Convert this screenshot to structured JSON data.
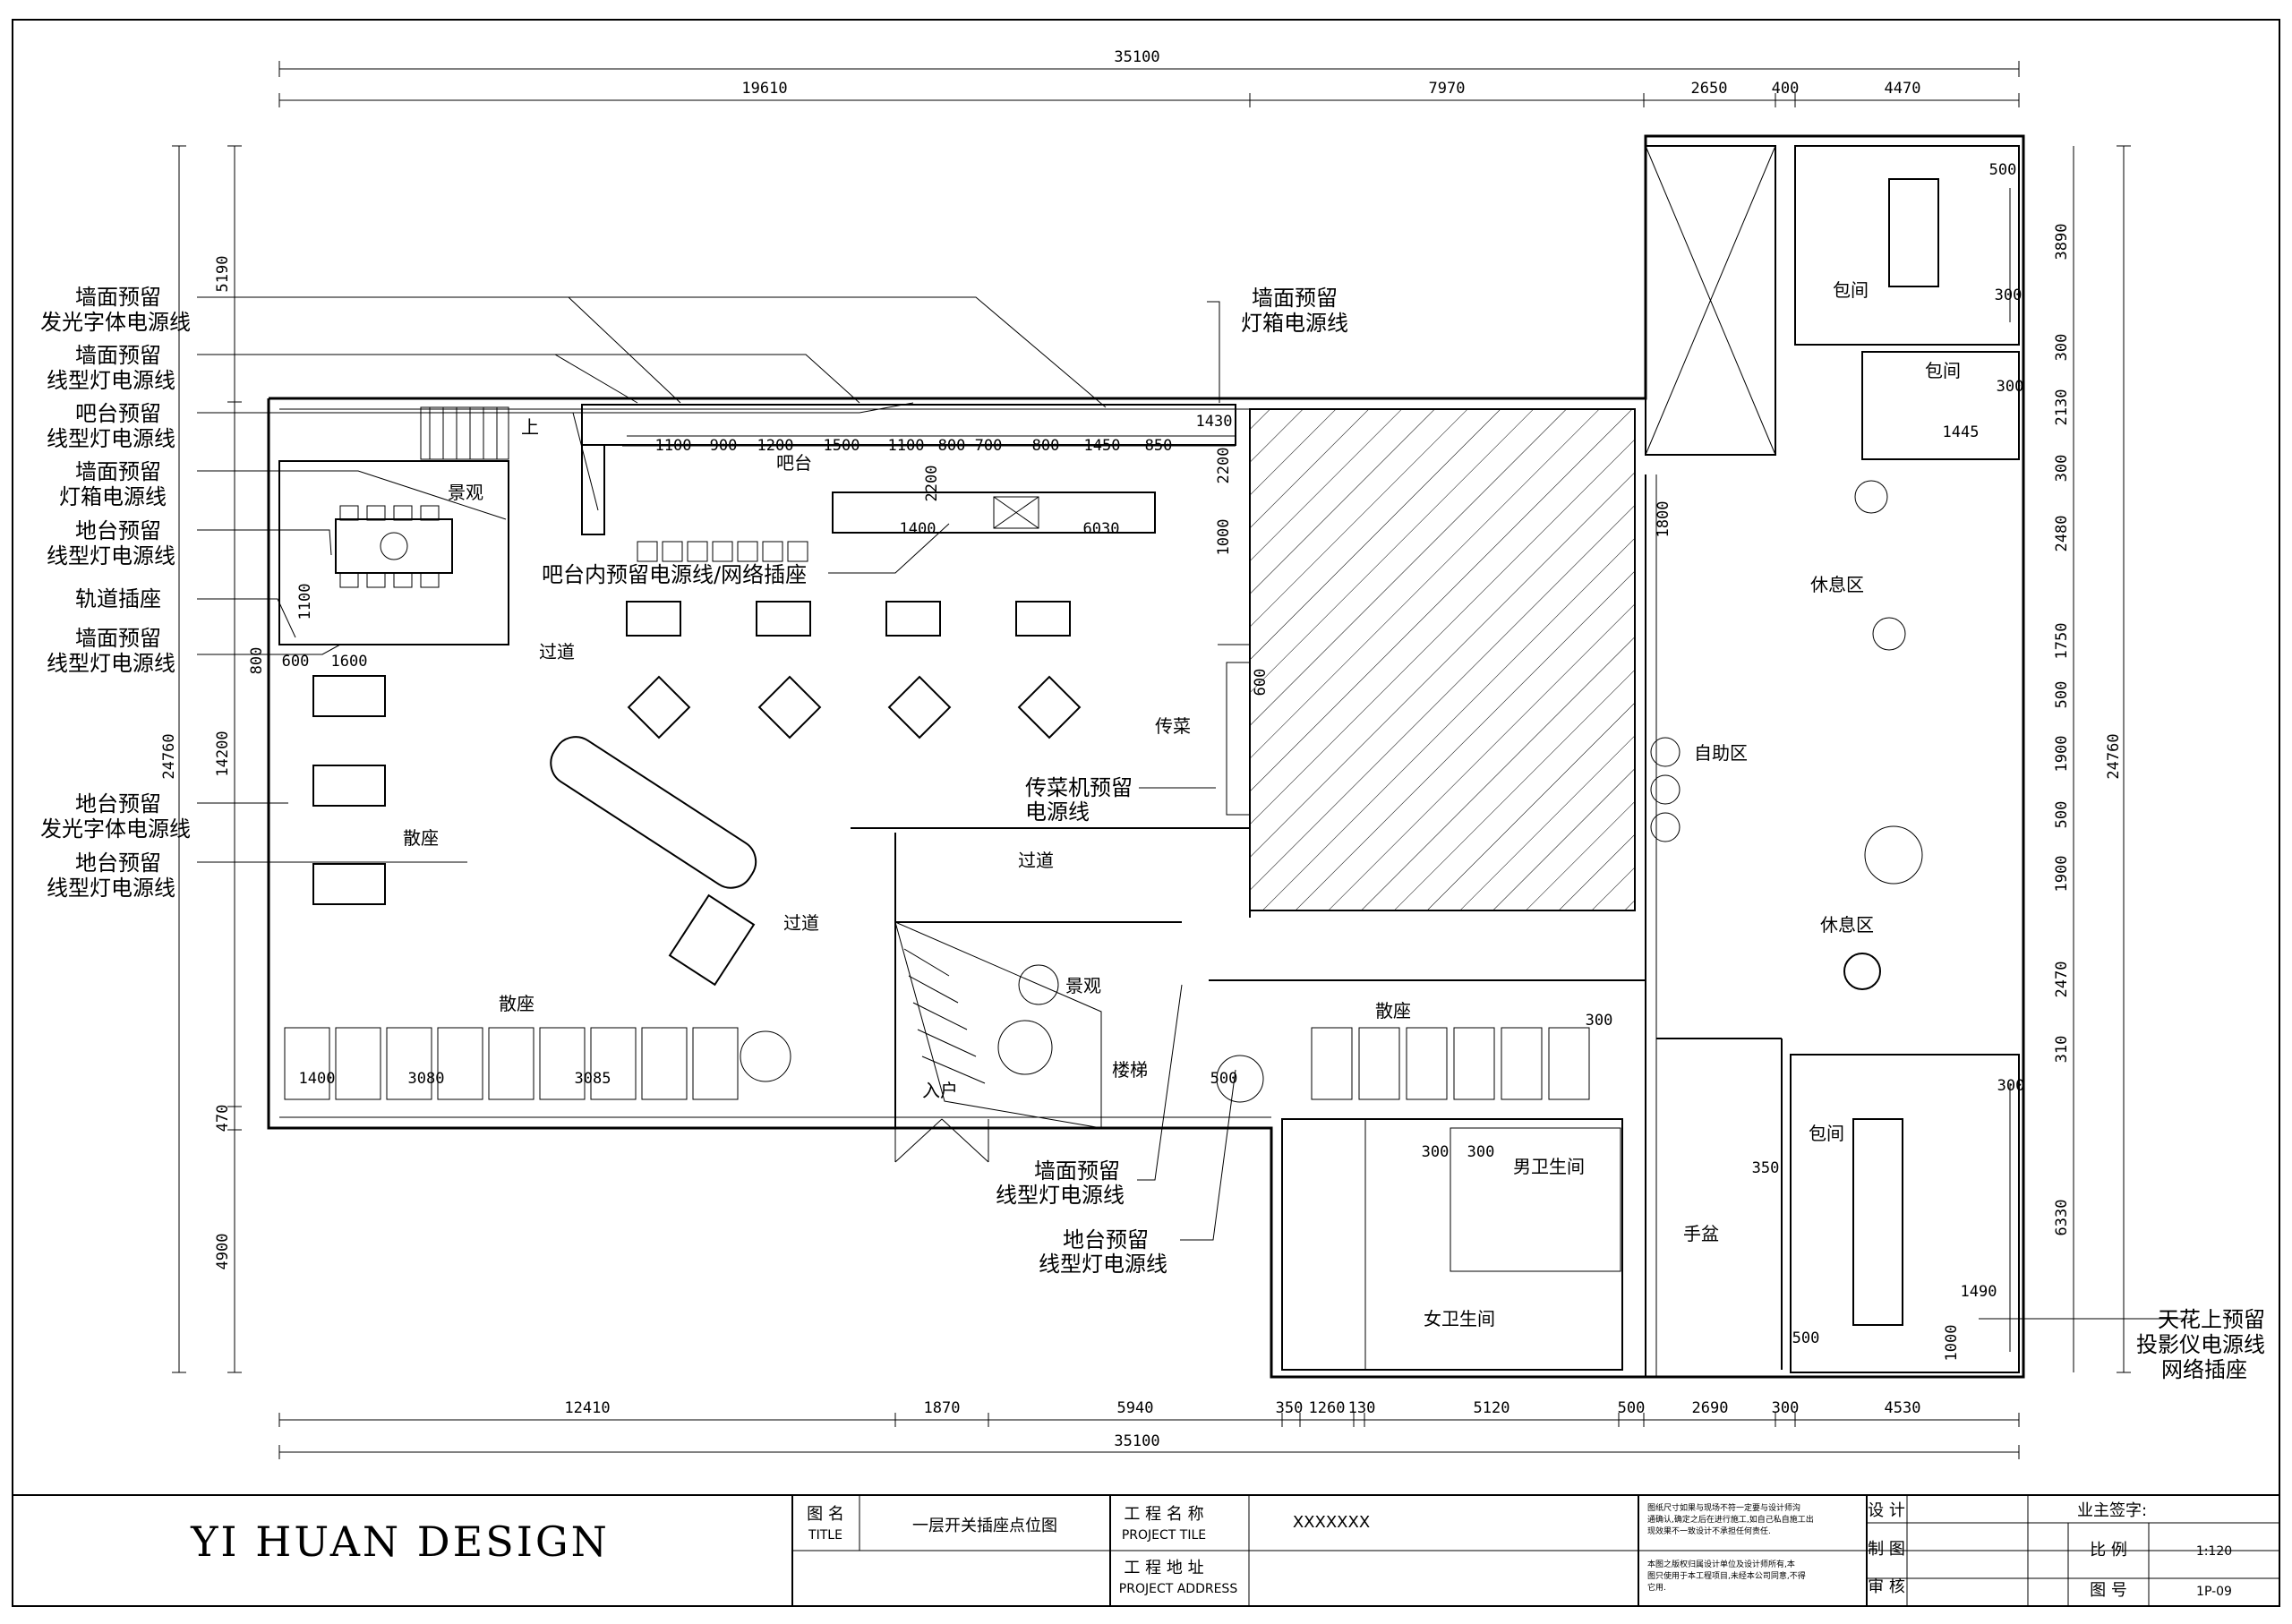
{
  "plan": {
    "dims_top_total": "35100",
    "dims_top": [
      "19610",
      "7970",
      "2650",
      "400",
      "4470"
    ],
    "dims_bottom_total": "35100",
    "dims_bottom": [
      "12410",
      "1870",
      "5940",
      "350",
      "1260",
      "130",
      "5120",
      "500",
      "2690",
      "300",
      "4530"
    ],
    "dims_left_total": "24760",
    "dims_left": [
      "5190",
      "14200",
      "470",
      "4900"
    ],
    "dims_right_total": "24760",
    "dims_right": [
      "3890",
      "300",
      "2130",
      "300",
      "2480",
      "1750",
      "500",
      "1900",
      "500",
      "1900",
      "2470",
      "310",
      "6330"
    ],
    "bar_dims": [
      "1100",
      "900",
      "1200",
      "1500",
      "1100",
      "800",
      "700",
      "800",
      "1450",
      "850",
      "1430"
    ],
    "misc_dims": [
      "2200",
      "2200",
      "1000",
      "1800",
      "1400",
      "6030",
      "1100",
      "600",
      "1600",
      "800",
      "600",
      "1400",
      "3080",
      "3085",
      "500",
      "300",
      "300",
      "300",
      "1445",
      "500",
      "300",
      "300",
      "1490",
      "1000",
      "500",
      "350",
      "300"
    ],
    "rooms": {
      "bar": "吧台",
      "landscape1": "景观",
      "aisle1": "过道",
      "serving": "传菜",
      "aisle2": "过道",
      "aisle3": "过道",
      "seats1": "散座",
      "seats2": "散座",
      "seats3": "散座",
      "landscape2": "景观",
      "stairs": "楼梯",
      "entrance": "入户",
      "buffet": "自助区",
      "private1": "包间",
      "private2": "包间",
      "private3": "包间",
      "lounge1": "休息区",
      "lounge2": "休息区",
      "washbasin": "手盆",
      "mens_wc": "男卫生间",
      "womens_wc": "女卫生间",
      "up": "上"
    },
    "callouts_left": [
      [
        "墙面预留",
        "发光字体电源线"
      ],
      [
        "墙面预留",
        "线型灯电源线"
      ],
      [
        "吧台预留",
        "线型灯电源线"
      ],
      [
        "墙面预留",
        "灯箱电源线"
      ],
      [
        "地台预留",
        "线型灯电源线"
      ],
      [
        "轨道插座"
      ],
      [
        "墙面预留",
        "线型灯电源线"
      ],
      [
        "地台预留",
        "发光字体电源线"
      ],
      [
        "地台预留",
        "线型灯电源线"
      ]
    ],
    "callout_top": [
      "墙面预留",
      "灯箱电源线"
    ],
    "callout_bar": "吧台内预留电源线/网络插座",
    "callout_dumbwaiter": [
      "传菜机预留",
      "电源线"
    ],
    "callout_bottom1": [
      "墙面预留",
      "线型灯电源线"
    ],
    "callout_bottom2": [
      "地台预留",
      "线型灯电源线"
    ],
    "callout_right": [
      "天花上预留",
      "投影仪电源线",
      "网络插座"
    ]
  },
  "title_block": {
    "company": "YI HUAN  DESIGN",
    "label_title_cn": "图 名",
    "label_title_en": "TITLE",
    "drawing_title": "一层开关插座点位图",
    "label_project_cn": "工 程 名 称",
    "label_project_en": "PROJECT TILE",
    "project_name": "XXXXXXX",
    "label_address_cn": "工 程 地 址",
    "label_address_en": "PROJECT ADDRESS",
    "note1": [
      "图纸尺寸如果与现场不符一定要与设计师沟",
      "通确认,确定之后在进行施工,如自己私自施工出",
      "现效果不一致设计不承担任何责任."
    ],
    "note2": [
      "本图之版权归属设计单位及设计师所有,本",
      "图只使用于本工程项目,未经本公司同意,不得",
      "它用."
    ],
    "label_design": "设 计",
    "label_drawing": "制 图",
    "label_review": "审 核",
    "label_owner": "业主签字:",
    "label_scale": "比 例",
    "scale": "1:120",
    "label_number": "图 号",
    "number": "1P-09"
  }
}
